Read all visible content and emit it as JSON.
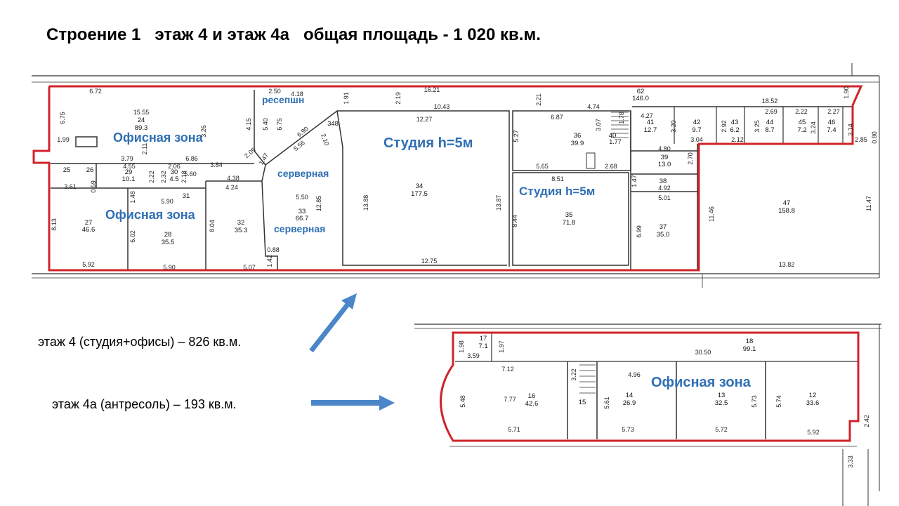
{
  "title": "Строение 1   этаж 4 и этаж 4а   общая площадь - 1 020 кв.м.",
  "colors": {
    "outline": "#d0232a",
    "zone_label": "#2f6fb3",
    "arrow": "#4a86c8",
    "wall": "#333333"
  },
  "floor4": {
    "zones": {
      "office_top": "Офисная зона",
      "office_left": "Офисная зона",
      "reception": "ресепшн",
      "server_1": "серверная",
      "server_2": "серверная",
      "studio_1": "Студия h=5м",
      "studio_2": "Студия h=5м"
    },
    "rooms": {
      "r24": [
        "24",
        "89.3"
      ],
      "r25": [
        "25",
        ""
      ],
      "r26": [
        "26",
        ""
      ],
      "r29": [
        "29",
        "10.1"
      ],
      "r30": [
        "30",
        "4.5"
      ],
      "r31": [
        "31",
        ""
      ],
      "r27": [
        "27",
        "46.6"
      ],
      "r28": [
        "28",
        "35.5"
      ],
      "r32": [
        "32",
        "35.3"
      ],
      "r33": [
        "33",
        "66.7"
      ],
      "r34": [
        "34",
        "177.5"
      ],
      "r35": [
        "35",
        "71.8"
      ],
      "r36": [
        "36",
        "39.9"
      ],
      "r37": [
        "37",
        "35.0"
      ],
      "r38": [
        "38",
        ""
      ],
      "r39": [
        "39",
        "13.0"
      ],
      "r40": [
        "40",
        ""
      ],
      "r41": [
        "41",
        "12.7"
      ],
      "r42": [
        "42",
        "9.7"
      ],
      "r43": [
        "43",
        "6.2"
      ],
      "r44": [
        "44",
        "8.7"
      ],
      "r45": [
        "45",
        "7.2"
      ],
      "r46": [
        "46",
        "7.4"
      ],
      "r47": [
        "47",
        "158.8"
      ],
      "r62": [
        "62",
        "146.0"
      ],
      "r348": [
        "348",
        ""
      ]
    },
    "dims": {
      "d672": "6.72",
      "d675": "6.75",
      "d199": "1.99",
      "d1555": "15.55",
      "d379": "3.79",
      "d686": "6.86",
      "d211": "2.11",
      "d326": "3.26",
      "d415": "4.15",
      "d540": "5.40",
      "d675b": "6.75",
      "d250": "2.50",
      "d418": "4.18",
      "d191": "1.91",
      "d219": "2.19",
      "d1621": "16.21",
      "d221": "2.21",
      "d1852": "18.52",
      "d190": "1.90",
      "d1043": "10.43",
      "d1227": "12.27",
      "d687": "6.87",
      "d474": "4.74",
      "d307": "3.07",
      "d178": "1.78",
      "d427": "4.27",
      "d320": "3.20",
      "d292": "2.92",
      "d325": "3.25",
      "d269": "2.69",
      "d222": "2.22",
      "d227": "2.27",
      "d324": "3.24",
      "d314": "3.14",
      "d304": "3.04",
      "d212": "2.12",
      "d177": "1.77",
      "d285": "2.85",
      "d080": "0.80",
      "d480": "4.80",
      "d270": "2.70",
      "d565": "5.65",
      "d268": "2.68",
      "d851": "8.51",
      "d527": "5.27",
      "d147": "1.47",
      "d492": "4.92",
      "d501": "5.01",
      "d699": "6.99",
      "d1146": "11.46",
      "d1147": "11.47",
      "d1382": "13.82",
      "d1388": "13.88",
      "d1387": "13.87",
      "d844": "8.44",
      "d1275": "12.75",
      "d690": "6.90",
      "d556": "5.56",
      "d210": "2.10",
      "d205": "2.05",
      "d147b": "1.47",
      "d384": "3.84",
      "d560": "5.60",
      "d455": "4.55",
      "d206": "2.06",
      "d232": "2.32",
      "d222b": "2.22",
      "d218": "2.18",
      "d361": "3.61",
      "d059": "0.59",
      "d148": "1.48",
      "d590": "5.90",
      "d438": "4.38",
      "d424": "4.24",
      "d550": "5.50",
      "d1285": "12.85",
      "d813": "8.13",
      "d602": "6.02",
      "d804": "8.04",
      "d088": "0.88",
      "d142": "1.42",
      "d592": "5.92",
      "d590b": "5.90",
      "d507": "5.07"
    }
  },
  "floor4a": {
    "zones": {
      "office": "Офисная зона"
    },
    "rooms": {
      "r17": [
        "17",
        "7.1"
      ],
      "r18": [
        "18",
        "99.1"
      ],
      "r16": [
        "16",
        "42.6"
      ],
      "r15": [
        "15",
        ""
      ],
      "r14": [
        "14",
        "26.9"
      ],
      "r13": [
        "13",
        "32.5"
      ],
      "r12": [
        "12",
        "33.6"
      ]
    },
    "dims": {
      "d198": "1.98",
      "d197": "1.97",
      "d359": "3.59",
      "d3050": "30.50",
      "d712": "7.12",
      "d496": "4.96",
      "d322": "3.22",
      "d548": "5.48",
      "d777": "7.77",
      "d561": "5.61",
      "d573": "5.73",
      "d574": "5.74",
      "d571": "5.71",
      "d573b": "5.73",
      "d572": "5.72",
      "d592": "5.92",
      "d242": "2.42",
      "d333": "3.33"
    }
  },
  "notes": {
    "floor4": "этаж 4 (студия+офисы) – 826 кв.м.",
    "floor4a": "этаж 4а (антресоль) – 193 кв.м."
  }
}
